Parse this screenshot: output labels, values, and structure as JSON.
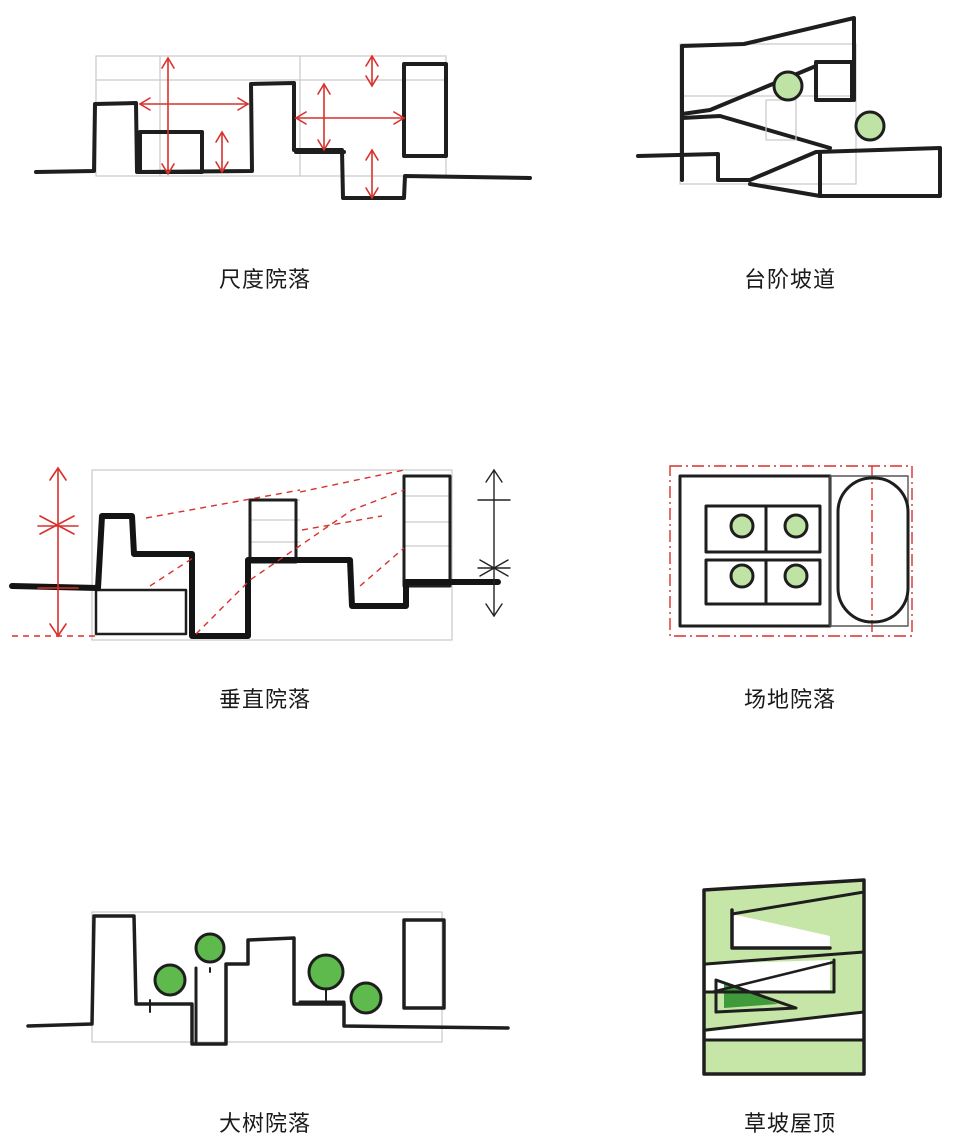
{
  "panels": [
    {
      "id": "scale-courtyard",
      "caption": "尺度院落"
    },
    {
      "id": "steps-ramp",
      "caption": "台阶坡道"
    },
    {
      "id": "vertical-courtyard",
      "caption": "垂直院落"
    },
    {
      "id": "site-courtyard",
      "caption": "场地院落"
    },
    {
      "id": "tree-courtyard",
      "caption": "大树院落"
    },
    {
      "id": "grass-slope-roof",
      "caption": "草坡屋顶"
    }
  ],
  "colors": {
    "ink": "#1e1e1e",
    "annotation_red": "#d9302c",
    "tree_green": "#5fba4e",
    "grass_green": "#c6e6a8"
  }
}
